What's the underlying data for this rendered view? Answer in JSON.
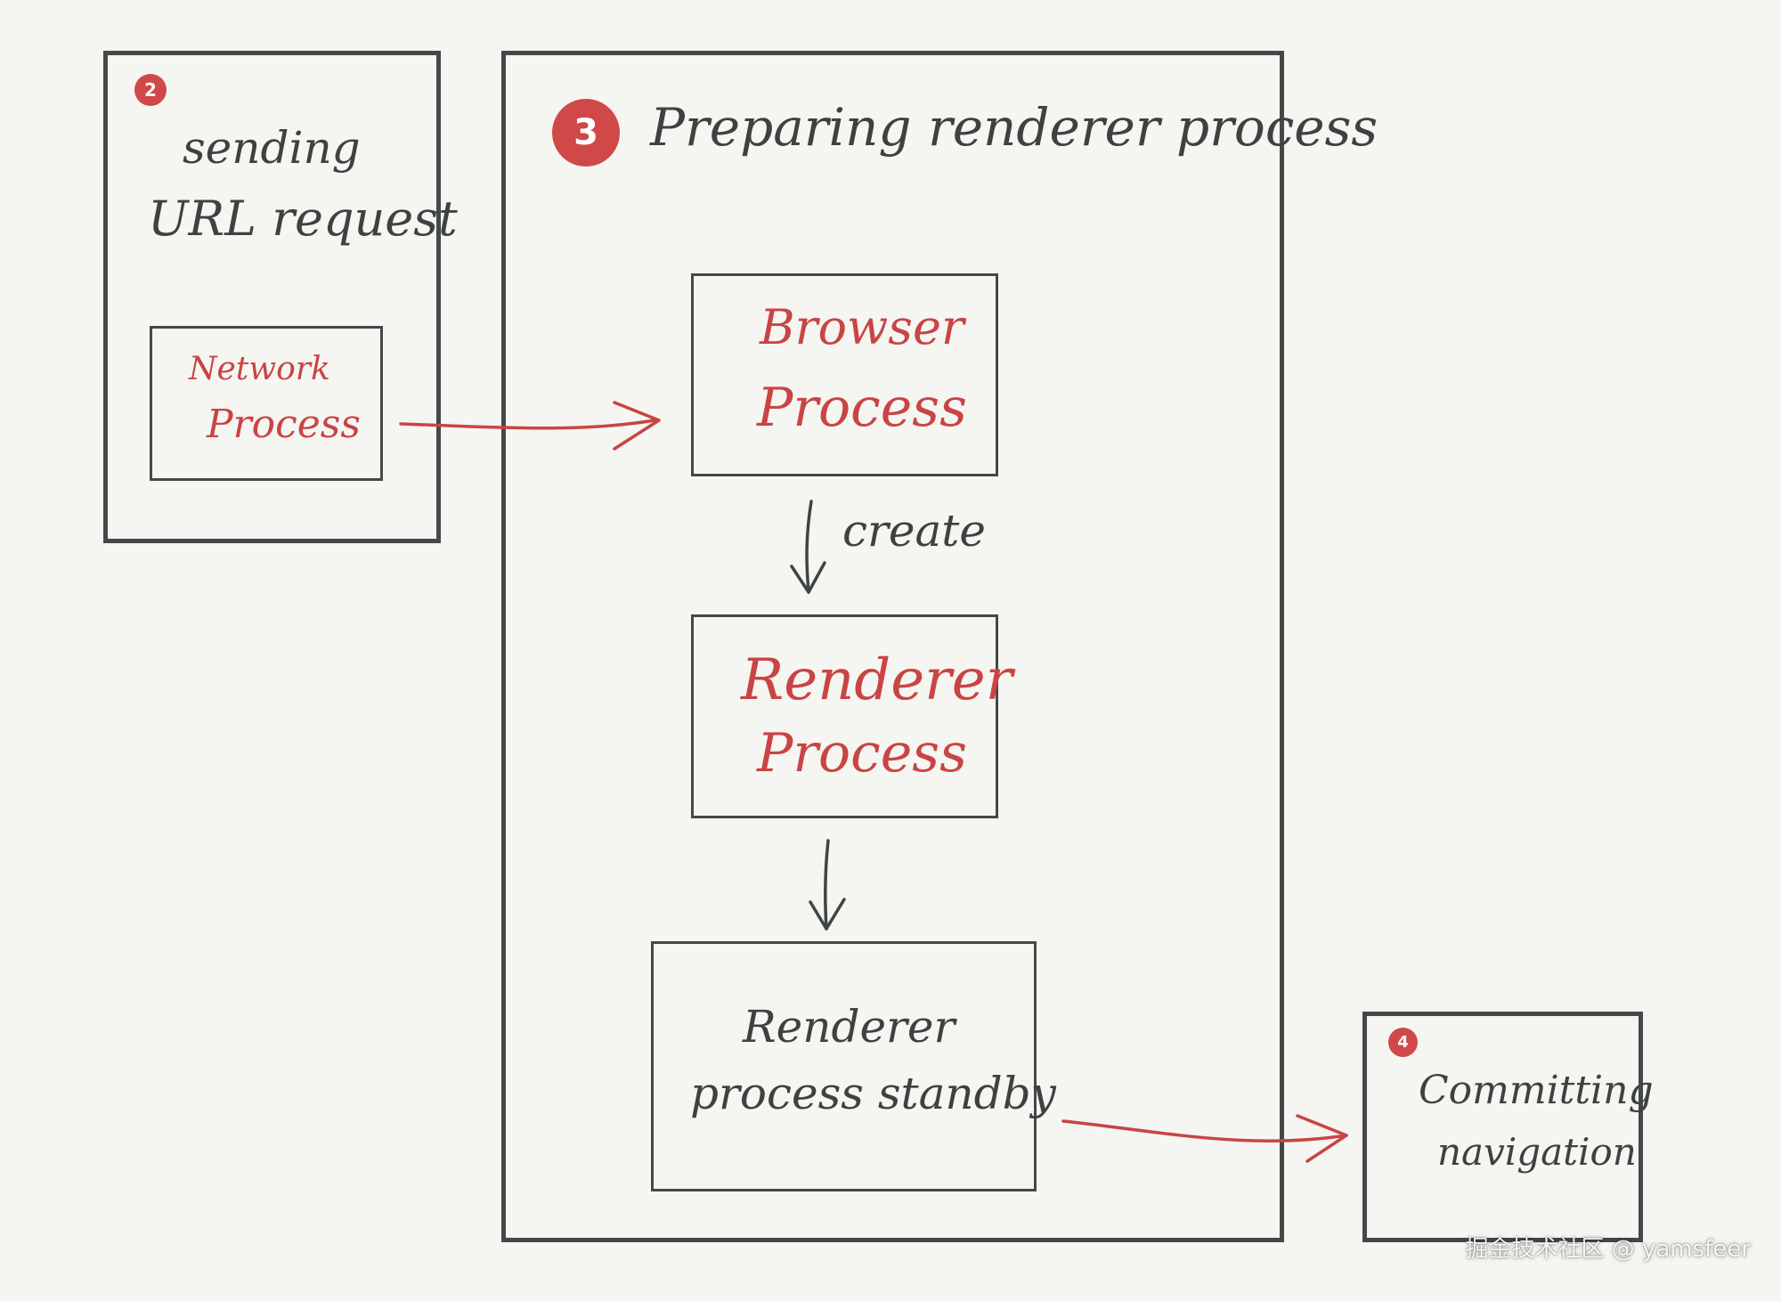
{
  "step2": {
    "badge": "2",
    "title_line1": "sending",
    "title_line2": "URL request",
    "network_line1": "Network",
    "network_line2": "Process"
  },
  "step3": {
    "badge": "3",
    "title": "Preparing renderer process",
    "browser_line1": "Browser",
    "browser_line2": "Process",
    "create_label": "create",
    "renderer_line1": "Renderer",
    "renderer_line2": "Process",
    "standby_line1": "Renderer",
    "standby_line2": "process standby"
  },
  "step4": {
    "badge": "4",
    "line1": "Committing",
    "line2": "navigation"
  },
  "watermark": "掘金技术社区 @ yamsfeer",
  "colors": {
    "background": "#f5f5f1",
    "ink": "#434948",
    "accent_red": "#c94444"
  }
}
